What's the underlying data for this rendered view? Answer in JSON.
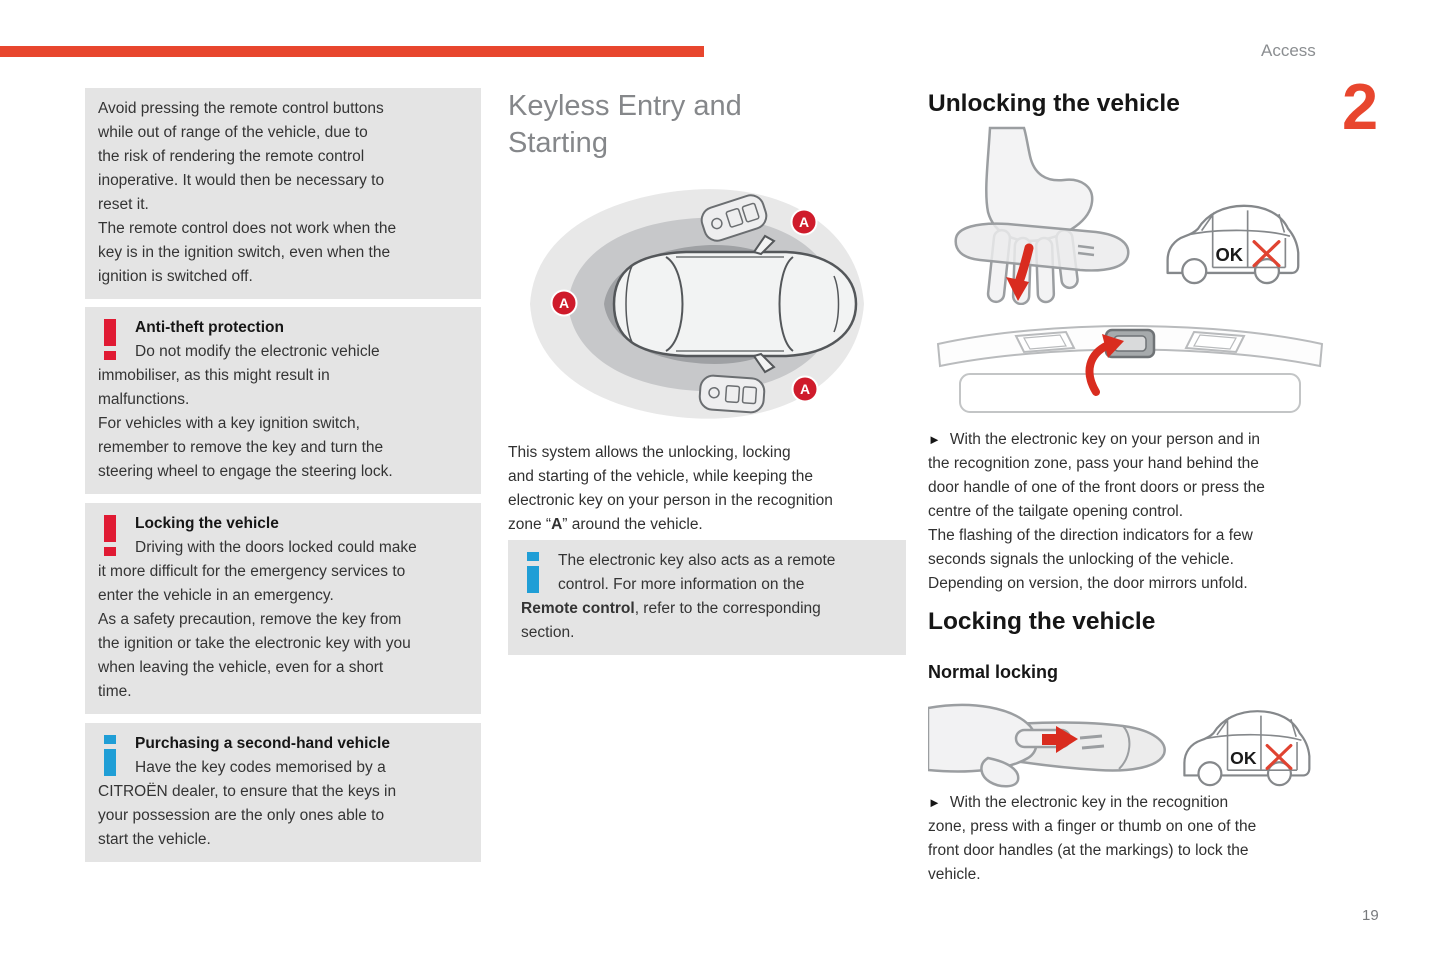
{
  "colors": {
    "accent_red_orange": "#e8462e",
    "warning_icon_red": "#e01a33",
    "info_icon_blue": "#1f9ed6",
    "zone_badge_red": "#cf1b2b",
    "arrow_red": "#d92c1f",
    "box_gray": "#e4e4e4"
  },
  "header": {
    "section_label": "Access",
    "chapter_number": "2",
    "page_number": "19"
  },
  "left_column": {
    "note_box": {
      "paragraphs": [
        "Avoid pressing the remote control buttons\nwhile out of range of the vehicle, due to\nthe risk of rendering the remote control\ninoperative. It would then be necessary to\nreset it.",
        "The remote control does not work when the\nkey is in the ignition switch, even when the\nignition is switched off."
      ]
    },
    "warning_boxes": [
      {
        "icon": "warning-exclamation-icon",
        "title": "Anti-theft protection",
        "paragraphs": [
          "Do not modify the electronic vehicle\nimmobiliser, as this might result in\nmalfunctions.",
          "For vehicles with a key ignition switch,\nremember to remove the key and turn the\nsteering wheel to engage the steering lock."
        ]
      },
      {
        "icon": "warning-exclamation-icon",
        "title": "Locking the vehicle",
        "paragraphs": [
          "Driving with the doors locked could make\nit more difficult for the emergency services to\nenter the vehicle in an emergency.",
          "As a safety precaution, remove the key from\nthe ignition or take the electronic key with you\nwhen leaving the vehicle, even for a short\ntime."
        ]
      },
      {
        "icon": "info-icon",
        "title": "Purchasing a second-hand vehicle",
        "paragraphs": [
          "Have the key codes memorised by a\nCITROËN dealer, to ensure that the keys in\nyour possession are the only ones able to\nstart the vehicle."
        ]
      }
    ]
  },
  "middle_column": {
    "heading": "Keyless Entry and\nStarting",
    "diagram": {
      "zone_labels": [
        "A",
        "A",
        "A"
      ]
    },
    "intro": {
      "text_before": "This system allows the unlocking, locking\nand starting of the vehicle, while keeping the\nelectronic key on your person in the recognition\nzone “",
      "bold": "A",
      "text_after": "” around the vehicle."
    },
    "info_box": {
      "icon": "info-icon",
      "text_before": "The electronic key also acts as a remote\ncontrol. For more information on the\n",
      "bold": "Remote control",
      "text_after": ", refer to the corresponding\nsection."
    }
  },
  "right_column": {
    "unlocking": {
      "heading": "Unlocking the vehicle",
      "car_ok_label": "OK",
      "bullet": "►",
      "paragraphs": [
        "With the electronic key on your person and in\nthe recognition zone, pass your hand behind the\ndoor handle of one of the front doors or press the\ncentre of the tailgate opening control.",
        "The flashing of the direction indicators for a few\nseconds signals the unlocking of the vehicle.",
        "Depending on version, the door mirrors unfold."
      ]
    },
    "locking": {
      "heading": "Locking the vehicle",
      "subheading": "Normal locking",
      "car_ok_label": "OK",
      "bullet": "►",
      "paragraph": "With the electronic key in the recognition\nzone, press with a finger or thumb on one of the\nfront door handles (at the markings) to lock the\nvehicle."
    }
  }
}
